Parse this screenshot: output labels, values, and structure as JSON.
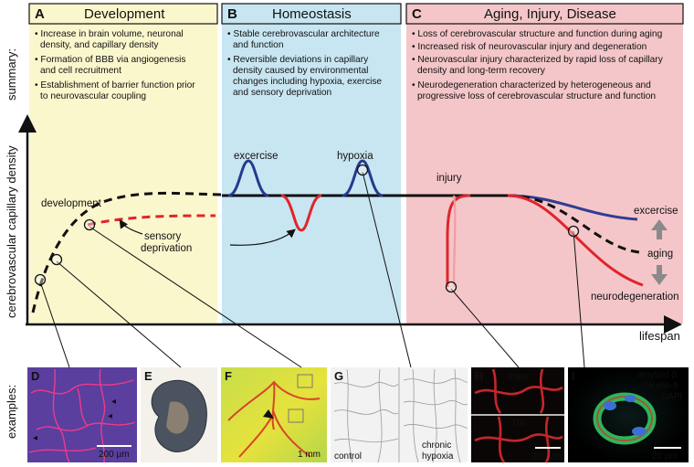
{
  "summary_label": "summary:",
  "examples_label": "examples:",
  "y_axis_label": "cerebrovascular capillary density",
  "x_axis_label": "lifespan",
  "phases": [
    {
      "letter": "A",
      "title": "Development",
      "color": "#fbf7cd",
      "bullets": [
        [
          "• Increase in brain volume, neuronal",
          "density, and capillary density"
        ],
        [
          "• Formation of BBB via angiogenesis",
          "and cell recruitment"
        ],
        [
          "• Establishment of barrier function prior",
          "to neurovascular coupling"
        ]
      ]
    },
    {
      "letter": "B",
      "title": "Homeostasis",
      "color": "#c8e6f2",
      "bullets": [
        [
          "• Stable cerebrovascular architecture",
          "and function"
        ],
        [
          "• Reversible deviations in capillary",
          "density caused by environmental",
          "changes including hypoxia, exercise",
          "and sensory deprivation"
        ]
      ]
    },
    {
      "letter": "C",
      "title": "Aging, Injury, Disease",
      "color": "#f4c6c9",
      "bullets": [
        [
          "• Loss of cerebrovascular structure and function during aging"
        ],
        [
          "• Increased risk of neurovascular injury and degeneration"
        ],
        [
          "• Neurovascular injury characterized by rapid loss of capillary",
          "density and long-term recovery"
        ],
        [
          "• Neurodegeneration characterized by heterogeneous and",
          "progressive loss of cerebrovascular structure and function"
        ]
      ]
    }
  ],
  "plot_labels": {
    "development": "development",
    "sensory_deprivation": [
      "sensory",
      "deprivation"
    ],
    "excercise_top": "excercise",
    "hypoxia": "hypoxia",
    "injury": "injury",
    "excercise_right": "excercise",
    "aging": "aging",
    "neurodegeneration": "neurodegeneration"
  },
  "example_panels": [
    {
      "letter": "D",
      "texts": [
        "200 µm"
      ]
    },
    {
      "letter": "E",
      "texts": []
    },
    {
      "letter": "F",
      "texts": [
        "1 mm"
      ]
    },
    {
      "letter": "G",
      "texts": [
        "control",
        "chronic",
        "hypoxia"
      ]
    },
    {
      "letter": "H",
      "texts": [
        "sham",
        "TBI",
        "200 µm"
      ]
    },
    {
      "letter": "I",
      "texts": [
        "amyloid-β",
        "claudin-5",
        "DAPI",
        "20 µm"
      ]
    }
  ],
  "colors": {
    "development_curve": "#111111",
    "deprivation_curve": "#e0252a",
    "homeostasis_line": "#111111",
    "positive_deviation": "#243b8e",
    "negative_deviation": "#e0252a",
    "exercise_curve": "#2f3d92",
    "neurodegeneration_curve": "#e0252a",
    "arrow_gray": "#8a8a8a"
  }
}
